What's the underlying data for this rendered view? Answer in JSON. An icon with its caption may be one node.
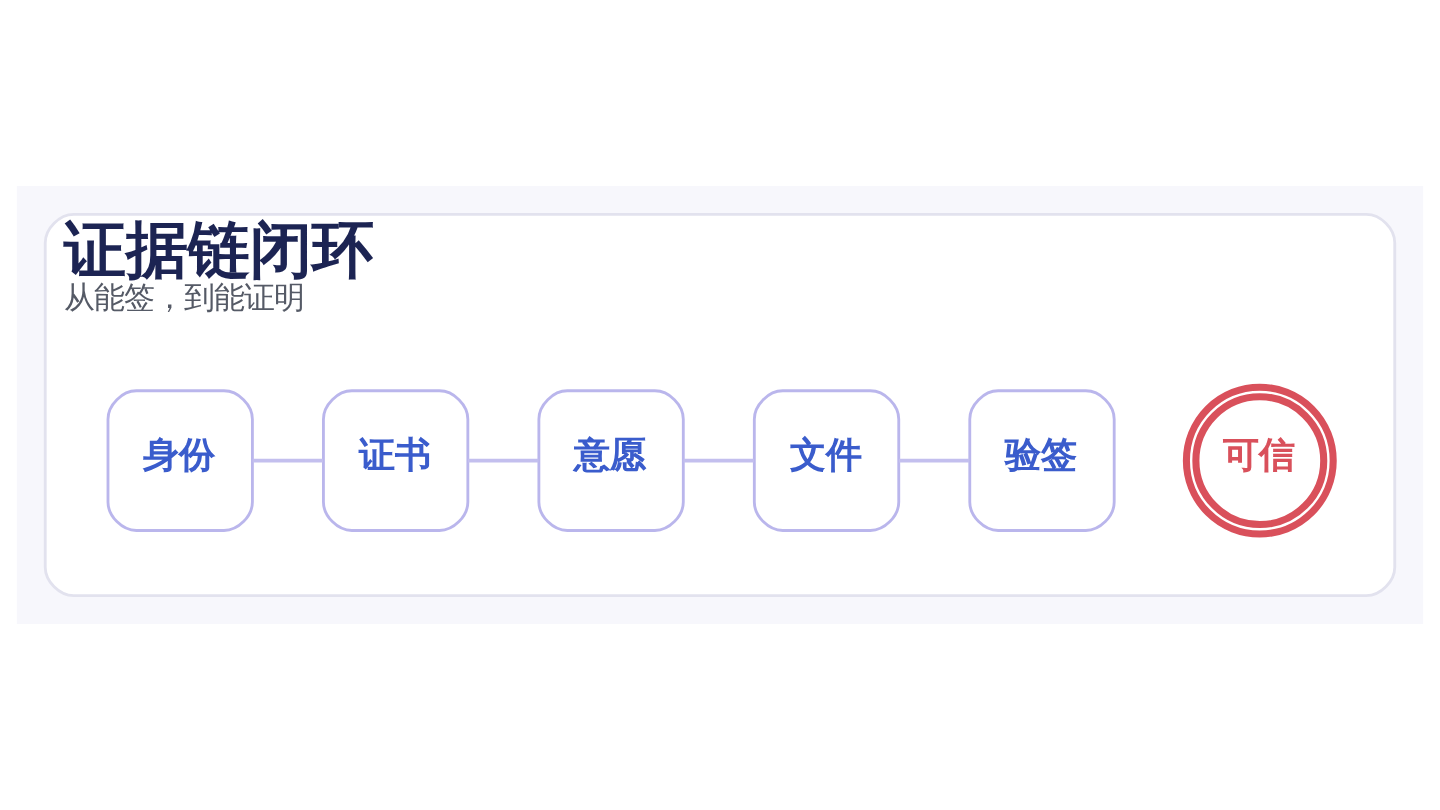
{
  "diagram": {
    "nodes": [
      {
        "text": [
          "证据链闭环",
          "从能签，到能证明"
        ]
      },
      {
        "text": [
          "身份"
        ],
        "in": 0
      },
      {
        "text": [
          "证书"
        ],
        "in": 0
      },
      {
        "text": [
          "意愿"
        ],
        "in": 0
      },
      {
        "text": [
          "文件"
        ],
        "in": 0
      },
      {
        "text": [
          "验签"
        ],
        "in": 0
      },
      {
        "text": [
          "可信"
        ],
        "in": 0
      }
    ],
    "edges": [
      {
        "from": 1,
        "to": 2,
        "arrow": "none"
      },
      {
        "from": 2,
        "to": 3,
        "arrow": "none"
      },
      {
        "from": 3,
        "to": 4,
        "arrow": "none"
      },
      {
        "from": 4,
        "to": 5,
        "arrow": "none"
      }
    ]
  }
}
